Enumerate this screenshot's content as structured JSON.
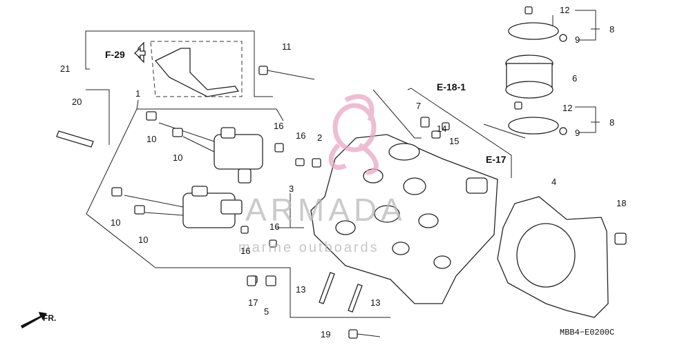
{
  "watermark": {
    "brand": "ARMADA",
    "tagline": "marine outboards"
  },
  "drawing_code": "MBB4−E0200C",
  "reference_labels": {
    "f29": "F-29",
    "e181": "E-18-1",
    "e17": "E-17",
    "front": "FR."
  },
  "callouts": {
    "c1": "1",
    "c2": "2",
    "c3": "3",
    "c4": "4",
    "c5": "5",
    "c6": "6",
    "c7": "7",
    "c8a": "8",
    "c8b": "8",
    "c9a": "9",
    "c9b": "9",
    "c10a": "10",
    "c10b": "10",
    "c10c": "10",
    "c10d": "10",
    "c11": "11",
    "c12a": "12",
    "c12b": "12",
    "c13a": "13",
    "c13b": "13",
    "c14": "14",
    "c15": "15",
    "c16a": "16",
    "c16b": "16",
    "c16c": "16",
    "c16d": "16",
    "c17": "17",
    "c18": "18",
    "c19": "19",
    "c20": "20",
    "c21": "21"
  },
  "colors": {
    "line": "#222222",
    "watermark_logo": "#e7a8c6",
    "watermark_text": "#b9b9b9"
  }
}
